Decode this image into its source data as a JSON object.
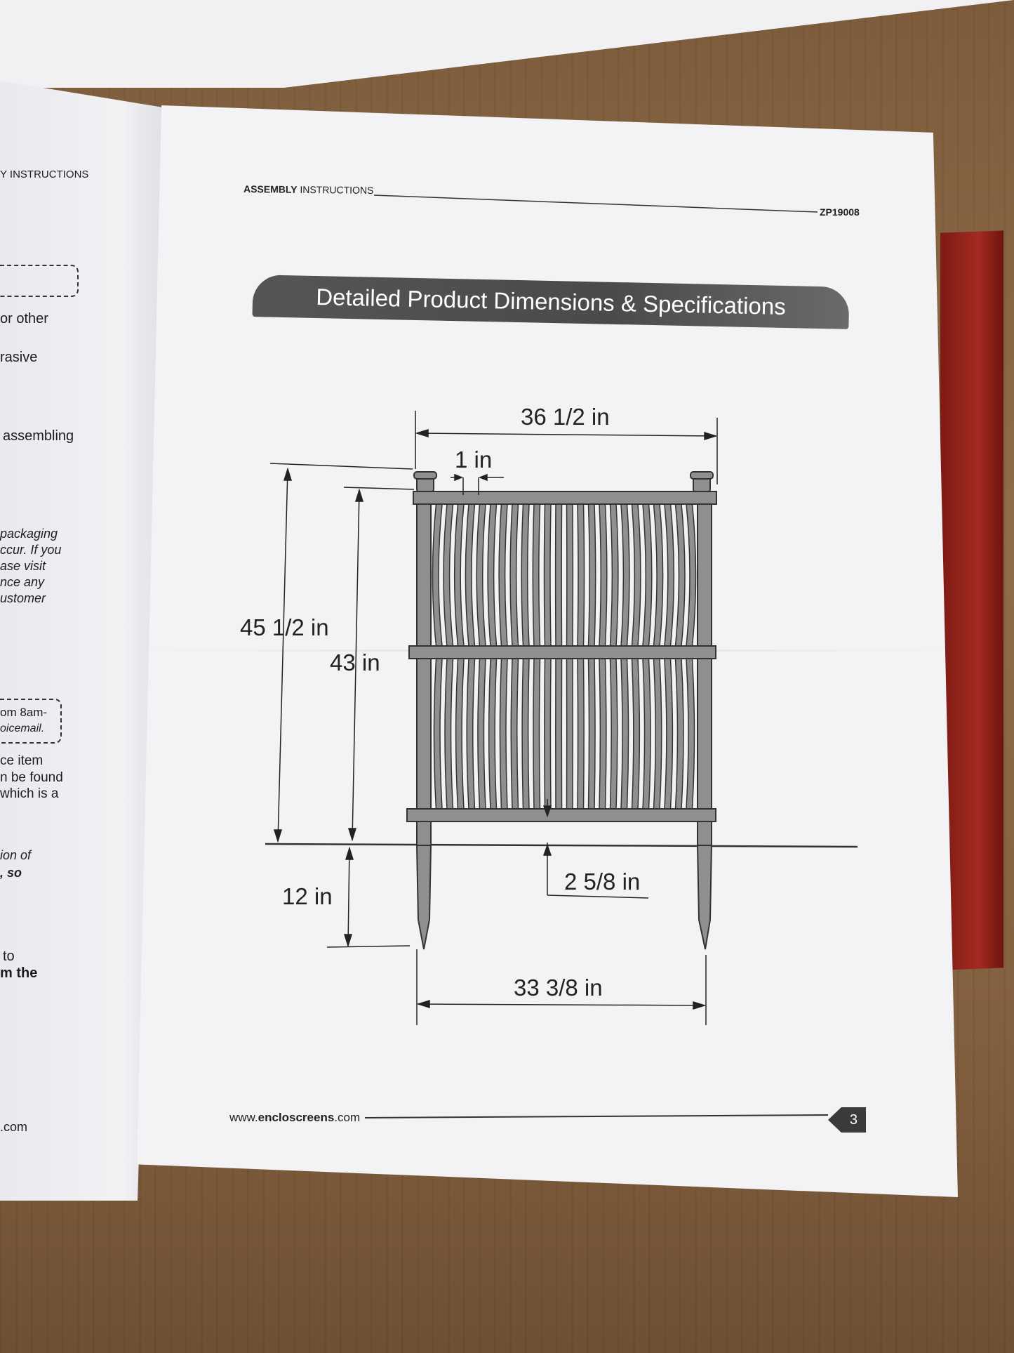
{
  "left_page": {
    "header": "Y INSTRUCTIONS",
    "lines": [
      "or other",
      "rasive",
      "assembling",
      "packaging",
      "ccur. If you",
      "ase visit",
      "nce any",
      "ustomer",
      "om 8am-",
      "oicemail.",
      "ce item",
      "n be found",
      "which is a",
      "ion of",
      ", so",
      "to",
      "m the",
      ".com"
    ]
  },
  "header": {
    "section_bold": "ASSEMBLY",
    "section_rest": " INSTRUCTIONS",
    "model": "ZP19008"
  },
  "banner": {
    "title": "Detailed Product Dimensions & Specifications"
  },
  "dimensions": {
    "overall_width": "36 1/2 in",
    "picket_width": "1 in",
    "overall_height": "45 1/2 in",
    "panel_height": "43 in",
    "stake_depth": "12 in",
    "ground_clearance": "2 5/8 in",
    "stake_spacing": "33 3/8 in"
  },
  "fence": {
    "picket_count": 24,
    "color": "#8f8f8f"
  },
  "footer": {
    "url_pre": "www.",
    "url_bold": "encloscreens",
    "url_post": ".com",
    "page_number": "3"
  }
}
